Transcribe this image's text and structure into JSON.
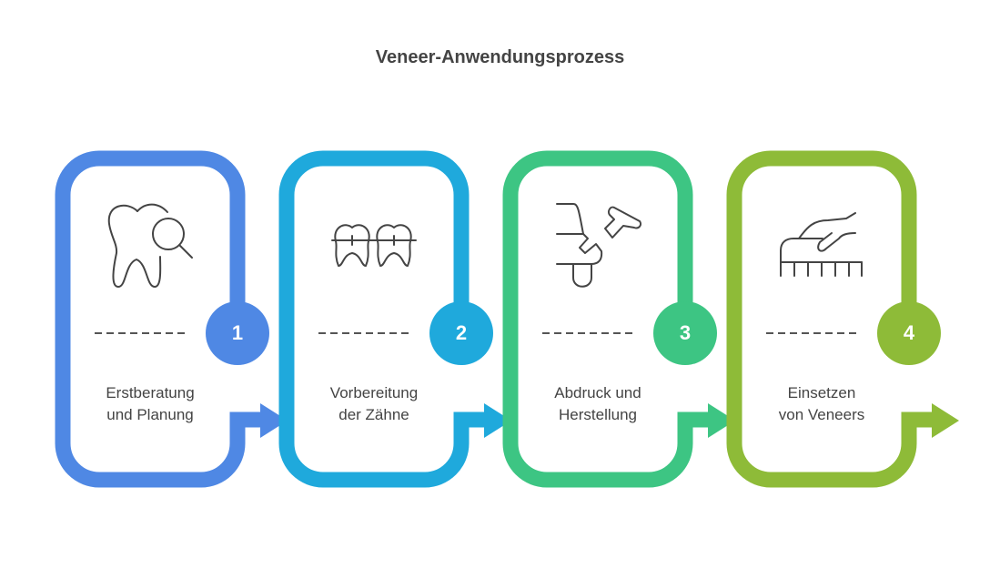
{
  "title": "Veneer-Anwendungsprozess",
  "steps": [
    {
      "number": "1",
      "line1": "Erstberatung",
      "line2": "und Planung",
      "color": "#4F88E4",
      "icon": "tooth-magnifier-icon"
    },
    {
      "number": "2",
      "line1": "Vorbereitung",
      "line2": "der Zähne",
      "color": "#1FA9DC",
      "icon": "teeth-braces-icon"
    },
    {
      "number": "3",
      "line1": "Abdruck und",
      "line2": "Herstellung",
      "color": "#3DC583",
      "icon": "dental-impression-icon"
    },
    {
      "number": "4",
      "line1": "Einsetzen",
      "line2": "von Veneers",
      "color": "#8EBB38",
      "icon": "hand-placing-veneer-icon"
    }
  ]
}
